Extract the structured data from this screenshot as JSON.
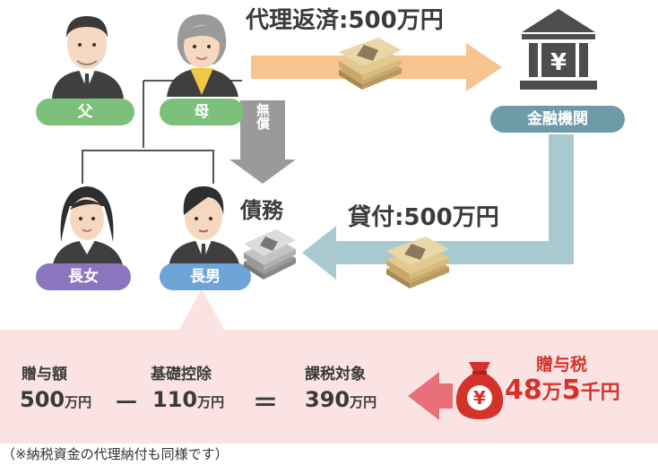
{
  "family": {
    "father": "父",
    "mother": "母",
    "eldest_daughter": "長女",
    "eldest_son": "長男"
  },
  "bank": {
    "name": "金融機関",
    "symbol": "¥"
  },
  "flows": {
    "repayment": {
      "label": "代理返済",
      "sep": ":",
      "amount": "500",
      "unit": "万円"
    },
    "loan": {
      "label": "貸付",
      "sep": ":",
      "amount": "500",
      "unit": "万円"
    },
    "gratuitous": "無償",
    "debt": "債務"
  },
  "calc": {
    "gift": {
      "title": "贈与額",
      "value": "500",
      "unit": "万円"
    },
    "deduction": {
      "title": "基礎控除",
      "value": "110",
      "unit": "万円"
    },
    "minus": "－",
    "equals": "＝",
    "taxable": {
      "title": "課税対象",
      "value": "390",
      "unit": "万円"
    },
    "tax": {
      "title": "贈与税",
      "value1": "48",
      "unit1": "万",
      "value2": "5",
      "unit2": "千円",
      "bag_symbol": "¥"
    }
  },
  "footnote": "（※納税資金の代理納付も同様です）",
  "colors": {
    "family_green": "#7cc07a",
    "daughter_purple": "#8a76bf",
    "son_blue": "#6fa4d8",
    "bank_teal": "#6f9aa8",
    "arrow_orange": "#f7c38f",
    "arrow_teal": "#a9c9d0",
    "arrow_gray": "#9a9a9a",
    "panel_pink": "#fbe3e3",
    "tax_red": "#d6322c"
  }
}
